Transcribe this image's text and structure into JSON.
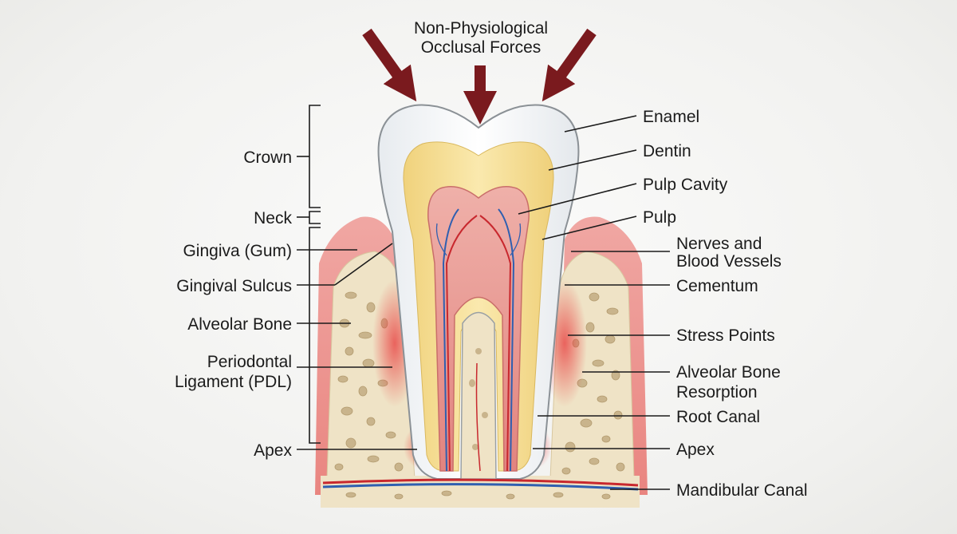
{
  "title": [
    "Non-Physiological",
    "Occlusal Forces"
  ],
  "labels_left": {
    "crown": "Crown",
    "neck": "Neck",
    "gingiva": "Gingiva (Gum)",
    "gingival_sulcus": "Gingival Sulcus",
    "alveolar_bone": "Alveolar Bone",
    "pdl": [
      "Periodontal",
      "Ligament (PDL)"
    ],
    "apex": "Apex"
  },
  "labels_right": {
    "enamel": "Enamel",
    "dentin": "Dentin",
    "pulp_cavity": "Pulp Cavity",
    "pulp": "Pulp",
    "nerves": [
      "Nerves and",
      "Blood Vessels"
    ],
    "cementum": "Cementum",
    "stress_points": "Stress Points",
    "resorption": [
      "Alveolar Bone",
      "Resorption"
    ],
    "root_canal": "Root Canal",
    "apex": "Apex",
    "mandibular_canal": "Mandibular Canal"
  },
  "colors": {
    "force_arrow": "#7a1a1e",
    "enamel": "#f4f6f8",
    "dentin": "#f3dc8e",
    "pulp": "#e79a96",
    "gum": "#e98f8c",
    "bone": "#efe3c6",
    "bone_pores": "#c9b48c",
    "stress": "#e8383a",
    "nerve": "#2f5fb0",
    "vessel": "#c8282e"
  }
}
